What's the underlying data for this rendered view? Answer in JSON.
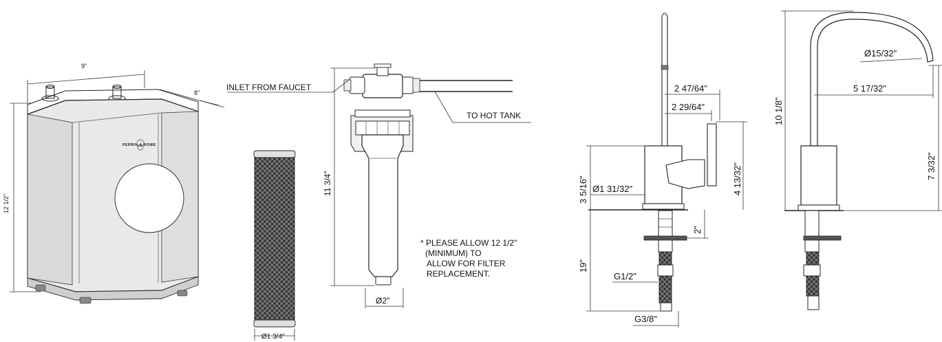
{
  "tank": {
    "width": "9\"",
    "depth": "8\"",
    "height": "12 1/2\"",
    "brand": "PERRIN & ROWE"
  },
  "filter_cartridge": {
    "diameter": "Ø1 3/4\""
  },
  "filter_housing": {
    "inlet_label": "INLET FROM FAUCET",
    "outlet_label": "TO HOT TANK",
    "height": "11 3/4\"",
    "diameter": "Ø2\"",
    "note_lines": [
      "* PLEASE ALLOW 12 1/2\"",
      "(MINIMUM) TO",
      "ALLOW FOR FILTER",
      "REPLACEMENT."
    ]
  },
  "faucet_side": {
    "reach_outer": "2 47/64\"",
    "reach_inner": "2 29/64\"",
    "base_height": "3 5/16\"",
    "base_diameter": "Ø1 31/32\"",
    "handle_height": "4 13/32\"",
    "shank_depth": "2\"",
    "below_counter": "19\"",
    "thread_inlet": "G1/2\"",
    "thread_outlet": "G3/8\""
  },
  "faucet_front": {
    "total_height": "10 1/8\"",
    "spout_diameter": "Ø15/32\"",
    "spout_reach": "5 17/32\"",
    "spout_height": "7 3/32\""
  }
}
